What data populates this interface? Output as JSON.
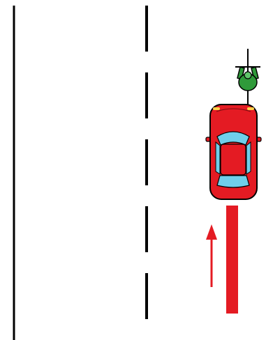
{
  "scene": {
    "description_items": [
      "road-edge",
      "lane-divider",
      "cyclist",
      "car",
      "car-path",
      "direction-arrow"
    ],
    "colors": {
      "background": "#ffffff",
      "road_line": "#000000",
      "car_body": "#e41b23",
      "car_window": "#6fcfea",
      "cyclist_body": "#2f9a3a",
      "path_band": "#e41b23",
      "arrow": "#e41b23"
    },
    "icons": {
      "cyclist": "cyclist-top-view-icon",
      "car": "car-top-view-icon",
      "arrow": "arrow-up-icon"
    },
    "direction": "up"
  }
}
